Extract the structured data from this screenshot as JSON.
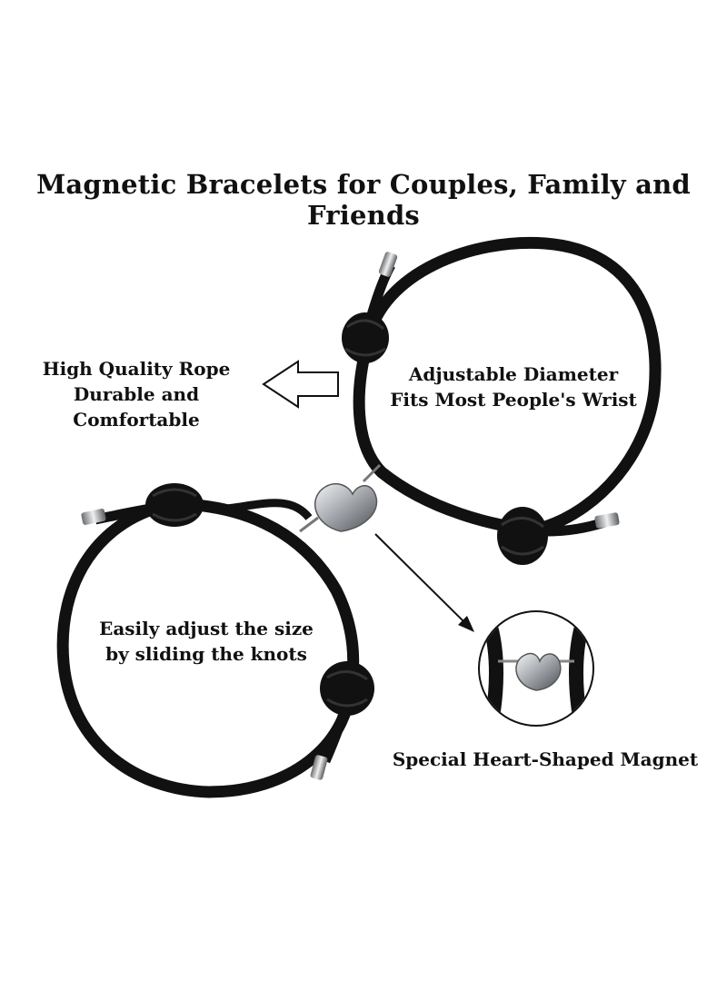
{
  "title": "Magnetic Bracelets for Couples, Family and Friends",
  "labels": {
    "rope_line1": "High Quality Rope",
    "rope_line2": "Durable and Comfortable",
    "diameter_line1": "Adjustable Diameter",
    "diameter_line2": "Fits Most People's Wrist",
    "size_line1": "Easily adjust the size",
    "size_line2": "by sliding the knots",
    "magnet": "Special Heart-Shaped Magnet"
  },
  "colors": {
    "rope": "#111111",
    "metal": "#b9bcc0",
    "background": "#ffffff"
  }
}
